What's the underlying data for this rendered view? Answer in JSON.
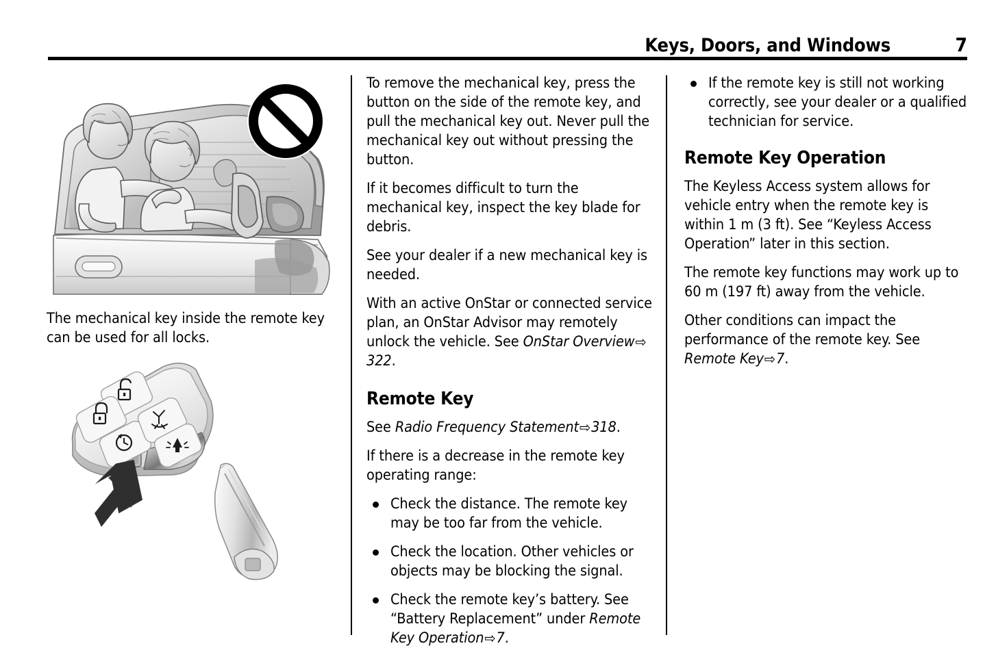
{
  "header": {
    "title": "Keys, Doors, and Windows",
    "page_number": "7"
  },
  "column_left": {
    "figure_car": {
      "name": "children-in-vehicle-warning-illustration",
      "prohibition_symbol": "no-symbol",
      "description": "Two children inside a vehicle reaching for the steering wheel, marked with a prohibition symbol"
    },
    "caption": "The mechanical key inside the remote key can be used for all locks.",
    "figure_fob": {
      "name": "remote-key-with-mechanical-key-illustration",
      "description": "Remote key fob with release button indicated by arrow, and mechanical key blade removed",
      "buttons": [
        "unlock-icon",
        "lock-icon",
        "remote-start-icon",
        "liftgate-icon",
        "panic-alarm-icon"
      ]
    }
  },
  "column_middle": {
    "paragraphs": [
      "To remove the mechanical key, press the button on the side of the remote key, and pull the mechanical key out. Never pull the mechanical key out without pressing the button.",
      "If it becomes difficult to turn the mechanical key, inspect the key blade for debris.",
      "See your dealer if a new mechanical key is needed."
    ],
    "onstar_paragraph": {
      "before": "With an active OnStar or connected service plan, an OnStar Advisor may remotely unlock the vehicle. See ",
      "reference": "OnStar Overview",
      "arrow": "⇨",
      "page": "322",
      "after": "."
    },
    "heading": "Remote Key",
    "rf_paragraph": {
      "before": "See ",
      "reference": "Radio Frequency Statement",
      "arrow": "⇨",
      "page": "318",
      "after": "."
    },
    "intro": "If there is a decrease in the remote key operating range:",
    "bullets": [
      {
        "text": "Check the distance. The remote key may be too far from the vehicle."
      },
      {
        "text": "Check the location. Other vehicles or objects may be blocking the signal."
      }
    ],
    "battery_bullet": {
      "before": "Check the remote key’s battery. See “Battery Replacement” under ",
      "reference": "Remote Key Operation",
      "arrow": "⇨",
      "page": "7",
      "after": "."
    }
  },
  "column_right": {
    "bullet": "If the remote key is still not working correctly, see your dealer or a qualified technician for service.",
    "heading": "Remote Key Operation",
    "paragraphs": [
      "The Keyless Access system allows for vehicle entry when the remote key is within 1 m (3 ft). See “Keyless Access Operation” later in this section.",
      "The remote key functions may work up to 60 m (197 ft) away from the vehicle."
    ],
    "conditions_paragraph": {
      "before": "Other conditions can impact the performance of the remote key. See ",
      "reference": "Remote Key",
      "arrow": "⇨",
      "page": "7",
      "after": "."
    }
  },
  "colors": {
    "ink": "#000000",
    "paper": "#ffffff",
    "arrow_fill": "#2f2f2f",
    "illustration_gray": "#d8d8d8"
  }
}
